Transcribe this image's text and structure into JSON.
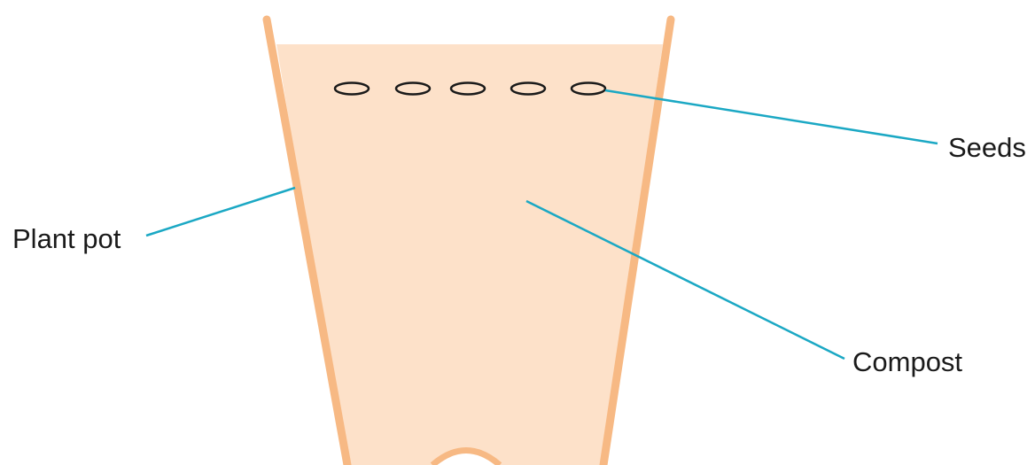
{
  "labels": {
    "seeds": "Seeds",
    "plant_pot": "Plant pot",
    "compost": "Compost"
  },
  "colors": {
    "compost_fill": "#fde1c9",
    "pot_outline": "#f7b984",
    "seed_outline": "#1a1a1a",
    "leader_line": "#1ba8c4",
    "text": "#1a1a1a",
    "background": "#ffffff"
  },
  "seeds": {
    "count": 5
  }
}
